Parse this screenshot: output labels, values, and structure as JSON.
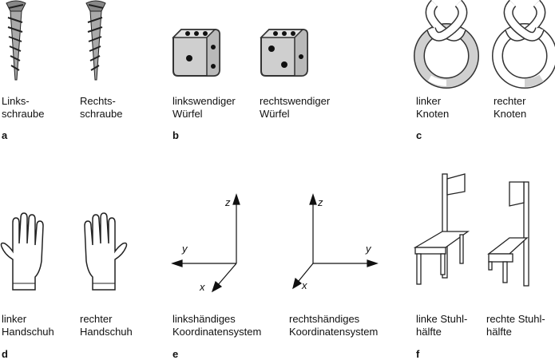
{
  "panels": {
    "a": {
      "label": "a",
      "left": "Links-\nschraube",
      "right": "Rechts-\nschraube"
    },
    "b": {
      "label": "b",
      "left": "linkswendiger\nWürfel",
      "right": "rechtswendiger\nWürfel"
    },
    "c": {
      "label": "c",
      "left": "linker\nKnoten",
      "right": "rechter\nKnoten"
    },
    "d": {
      "label": "d",
      "left": "linker\nHandschuh",
      "right": "rechter\nHandschuh"
    },
    "e": {
      "label": "e",
      "left": "linkshändiges\nKoordinatensystem",
      "right": "rechtshändiges\nKoordinatensystem",
      "axes": {
        "x": "x",
        "y": "y",
        "z": "z"
      }
    },
    "f": {
      "label": "f",
      "left": "linke Stuhl-\nhälfte",
      "right": "rechte Stuhl-\nhälfte"
    }
  },
  "colors": {
    "die": "#d9d9d9",
    "ring": "#d0d0d0",
    "line": "#222222"
  },
  "icons": [
    "left-screw-icon",
    "right-screw-icon",
    "left-die-icon",
    "right-die-icon",
    "left-knot-icon",
    "right-knot-icon",
    "left-glove-icon",
    "right-glove-icon",
    "left-handed-axes-icon",
    "right-handed-axes-icon",
    "left-chair-half-icon",
    "right-chair-half-icon"
  ]
}
